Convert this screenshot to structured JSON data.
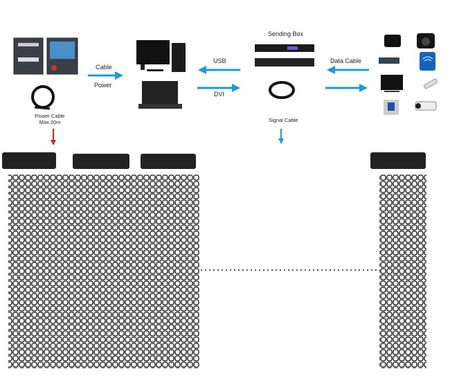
{
  "labels": {
    "sending_box": "Sending Box",
    "cable": "Cable",
    "power": "Power",
    "usb": "USB",
    "dvi": "DVI",
    "data_cable": "Data Cable",
    "power_cable": "Power Cable",
    "power_cable_max": "Max 20m",
    "signal_cable": "Signal Cable"
  },
  "colors": {
    "arrow_blue": "#1a9be0",
    "arrow_red": "#e0202a",
    "mesh": "#333333"
  },
  "icons": [
    "power-distribution-box-icon",
    "power-cable-icon",
    "desktop-computer-icon",
    "laptop-icon",
    "sending-box-icon",
    "signal-cable-icon",
    "video-camera-icon",
    "camera-icon",
    "dvd-player-icon",
    "wifi-icon",
    "tv-icon",
    "usb-drive-icon",
    "memory-card-icon",
    "cctv-camera-icon",
    "led-mesh-panel-icon"
  ]
}
